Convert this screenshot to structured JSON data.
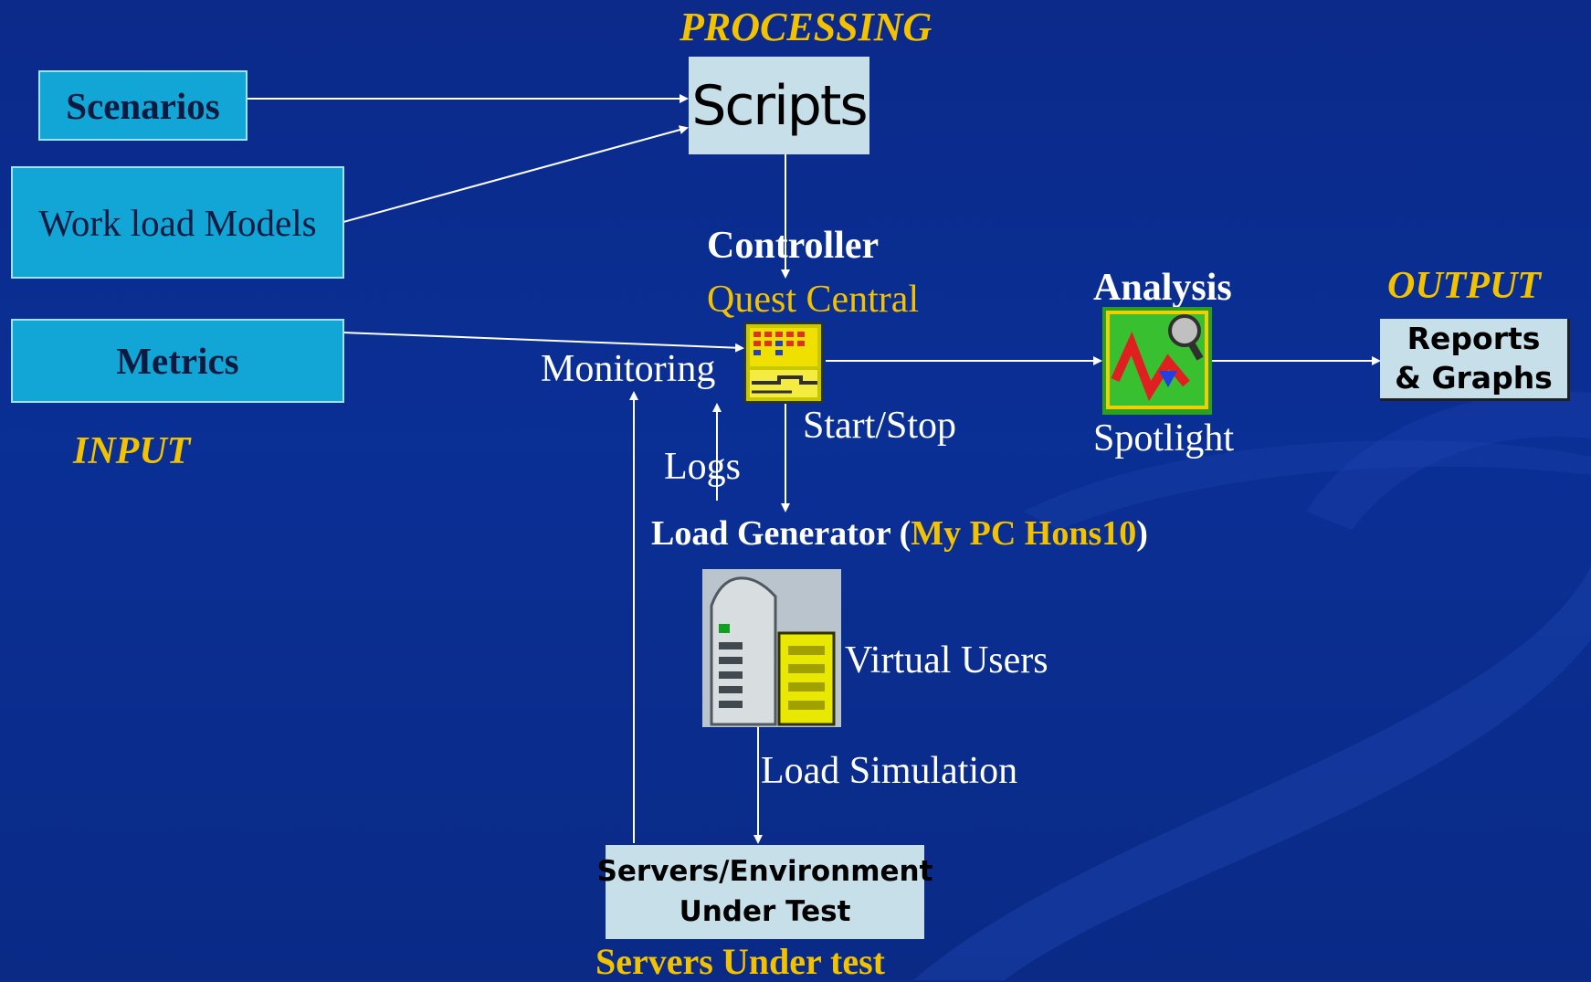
{
  "input": {
    "heading": "INPUT",
    "scenarios": "Scenarios",
    "workload": "Work load Models",
    "metrics": "Metrics"
  },
  "processing": {
    "heading": "PROCESSING",
    "scripts": "Scripts",
    "controller": "Controller",
    "quest_central": "Quest Central",
    "monitoring": "Monitoring",
    "start_stop": "Start/Stop",
    "logs": "Logs",
    "load_generator_prefix": "Load Generator (",
    "load_generator_host": "My PC Hons10",
    "load_generator_suffix": ")",
    "virtual_users": "Virtual Users",
    "load_simulation": "Load Simulation"
  },
  "servers": {
    "box_line1": "Servers/Environment",
    "box_line2": "Under Test",
    "caption": "Servers Under test"
  },
  "analysis": {
    "heading": "Analysis",
    "tool": "Spotlight"
  },
  "output": {
    "heading": "OUTPUT",
    "reports_line1": "Reports",
    "reports_line2": "& Graphs"
  },
  "colors": {
    "background": "#0a2d90",
    "accent_yellow": "#f2c200",
    "box_cyan": "#12a6d6",
    "box_gray": "#c6dfe8"
  }
}
